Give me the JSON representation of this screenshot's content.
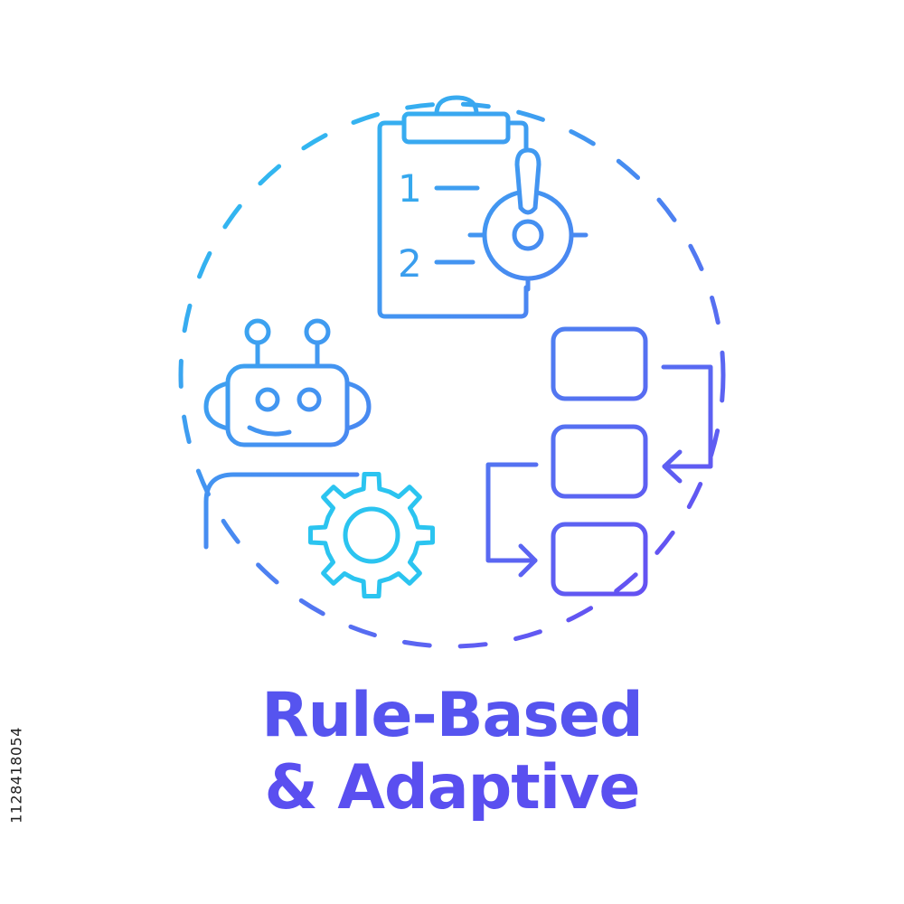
{
  "title": {
    "line1": "Rule-Based",
    "line2": "& Adaptive"
  },
  "side_label": "1128418054",
  "checklist": {
    "item1": "1",
    "item2": "2"
  },
  "icons": [
    "dashed-circle-frame",
    "clipboard-icon",
    "target-icon",
    "exclamation-icon",
    "robot-icon",
    "gear-icon",
    "flowchart-icon"
  ],
  "colors": {
    "gradient_start": "#2bc4f0",
    "gradient_end": "#6a46f2",
    "title": "#5654ef"
  }
}
